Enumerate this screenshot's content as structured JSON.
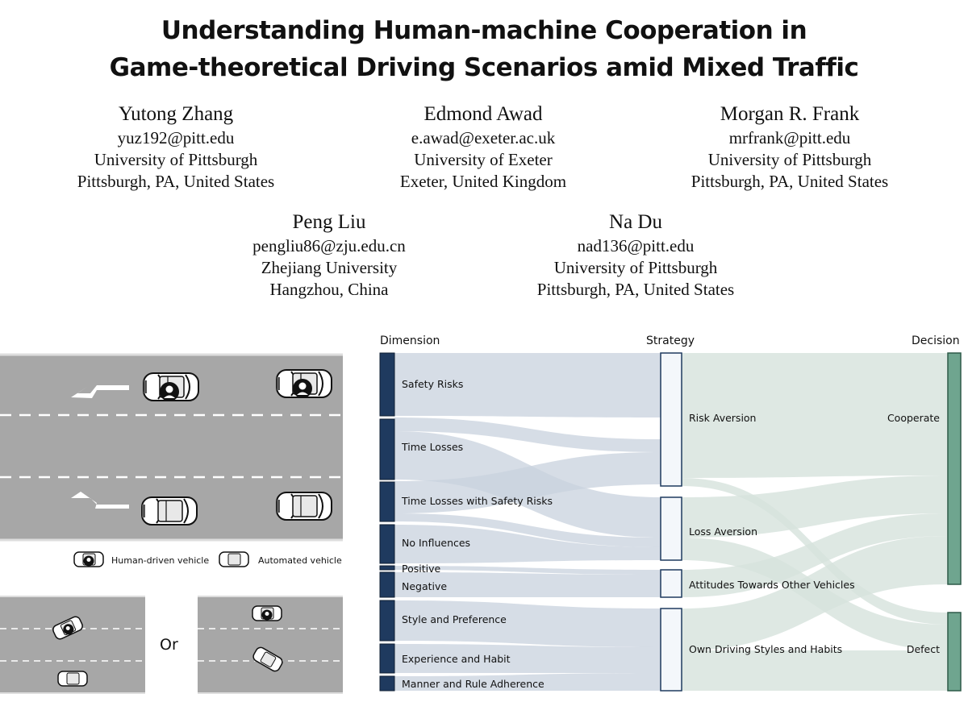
{
  "title": {
    "line1": "Understanding Human-machine Cooperation in",
    "line2": "Game-theoretical Driving Scenarios amid Mixed Traffic"
  },
  "authors": [
    {
      "name": "Yutong Zhang",
      "email": "yuz192@pitt.edu",
      "affiliation": "University of Pittsburgh",
      "location": "Pittsburgh, PA, United States"
    },
    {
      "name": "Edmond Awad",
      "email": "e.awad@exeter.ac.uk",
      "affiliation": "University of Exeter",
      "location": "Exeter, United Kingdom"
    },
    {
      "name": "Morgan R. Frank",
      "email": "mrfrank@pitt.edu",
      "affiliation": "University of Pittsburgh",
      "location": "Pittsburgh, PA, United States"
    },
    {
      "name": "Peng Liu",
      "email": "pengliu86@zju.edu.cn",
      "affiliation": "Zhejiang University",
      "location": "Hangzhou, China"
    },
    {
      "name": "Na Du",
      "email": "nad136@pitt.edu",
      "affiliation": "University of Pittsburgh",
      "location": "Pittsburgh, PA, United States"
    }
  ],
  "figure_left": {
    "legend_human": "Human-driven vehicle",
    "legend_automated": "Automated vehicle",
    "or_label": "Or"
  },
  "sankey": {
    "headers": {
      "dimension": "Dimension",
      "strategy": "Strategy",
      "decision": "Decision"
    },
    "dimensions": [
      "Safety Risks",
      "Time Losses",
      "Time Losses with Safety Risks",
      "No Influences",
      "Positive",
      "Negative",
      "Style and Preference",
      "Experience and Habit",
      "Manner and Rule Adherence"
    ],
    "strategies": [
      "Risk Aversion",
      "Loss Aversion",
      "Attitudes Towards Other Vehicles",
      "Own Driving Styles and Habits"
    ],
    "decisions": [
      "Cooperate",
      "Defect"
    ],
    "colors": {
      "dimension_node": "#1f3a5f",
      "strategy_node": "#f4f7fb",
      "decision_node": "#6fa58f",
      "flow_left": "#c8d2de",
      "flow_right": "#d6e2dc"
    }
  }
}
